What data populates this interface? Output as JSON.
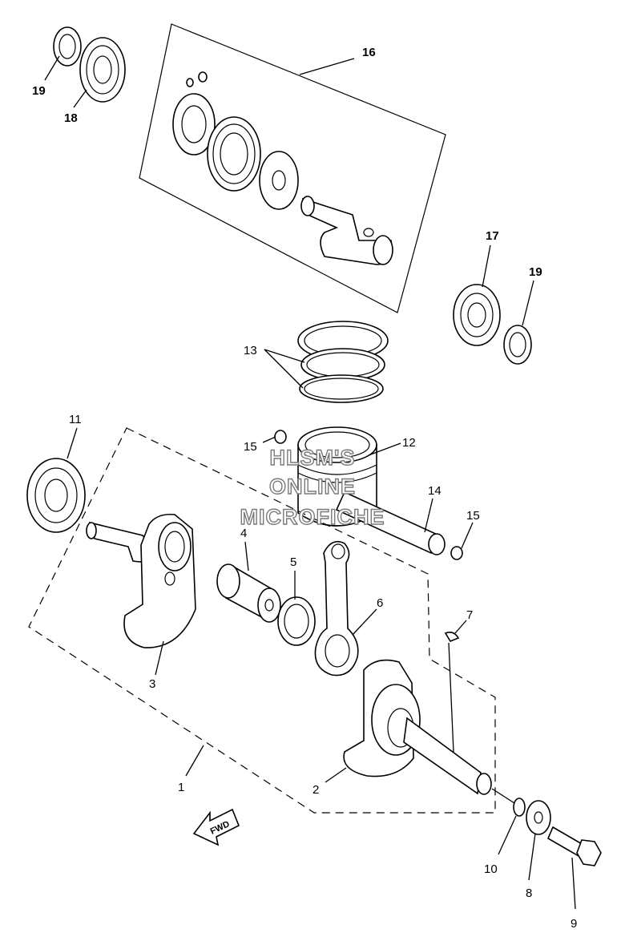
{
  "callouts": {
    "c1": "1",
    "c2": "2",
    "c3": "3",
    "c4": "4",
    "c5": "5",
    "c6": "6",
    "c7": "7",
    "c8": "8",
    "c9": "9",
    "c10": "10",
    "c11": "11",
    "c12": "12",
    "c13": "13",
    "c14": "14",
    "c15a": "15",
    "c15b": "15",
    "c16": "16",
    "c17": "17",
    "c18": "18",
    "c19a": "19",
    "c19b": "19"
  },
  "watermark": {
    "line1": "HLSM'S",
    "line2": "ONLINE",
    "line3": "MICROFICHE"
  },
  "direction_arrow": {
    "label": "FWD"
  }
}
